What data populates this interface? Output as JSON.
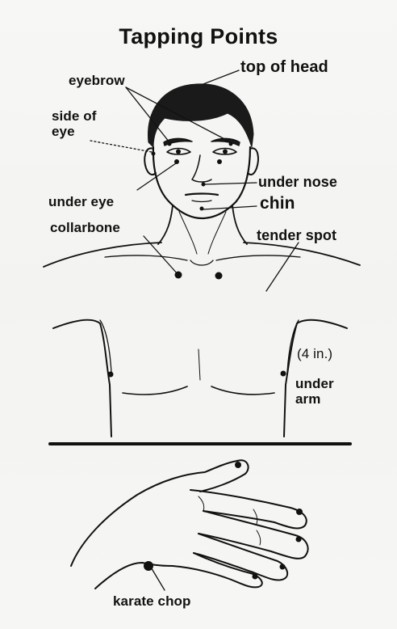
{
  "title": "Tapping Points",
  "labels": {
    "top_of_head": "top of head",
    "eyebrow": "eyebrow",
    "side_of_eye": "side of\neye",
    "under_nose": "under nose",
    "chin": "chin",
    "under_eye": "under eye",
    "collarbone": "collarbone",
    "tender_spot": "tender spot",
    "four_in": "(4 in.)",
    "under_arm": "under\narm",
    "karate_chop": "karate chop"
  },
  "colors": {
    "ink": "#111111",
    "paper": "#f5f5f3"
  }
}
